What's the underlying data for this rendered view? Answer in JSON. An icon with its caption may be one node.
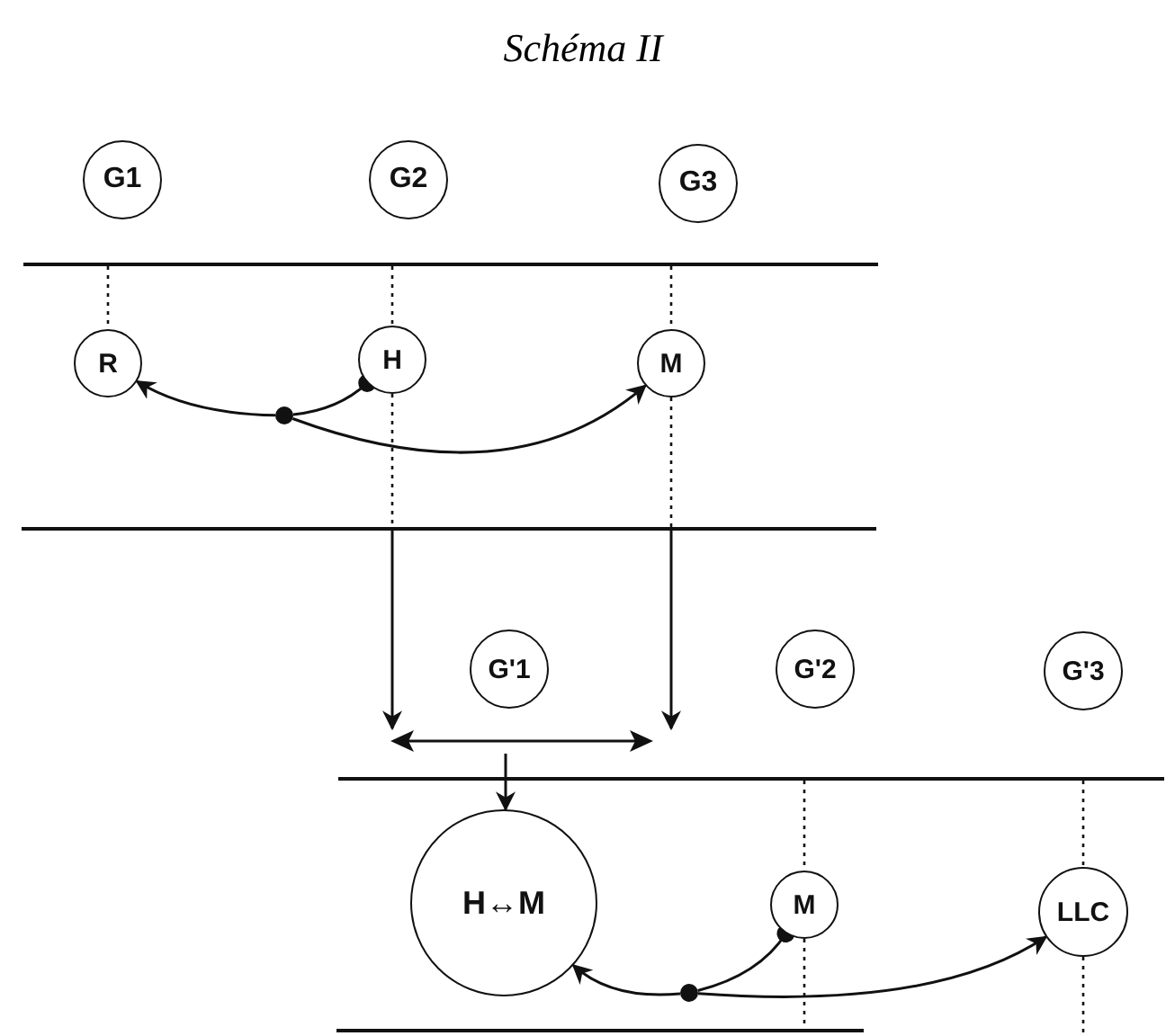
{
  "diagram": {
    "title": "Schéma II",
    "nodes": [
      {
        "text": [
          "G1"
        ]
      },
      {
        "text": [
          "G2"
        ]
      },
      {
        "text": [
          "G3"
        ]
      },
      {
        "text": [
          "R"
        ]
      },
      {
        "text": [
          "H"
        ]
      },
      {
        "text": [
          "M"
        ]
      },
      {
        "text": [],
        "shape": "dot"
      },
      {
        "text": [
          "G'1"
        ]
      },
      {
        "text": [
          "G'2"
        ]
      },
      {
        "text": [
          "G'3"
        ]
      },
      {
        "text": [],
        "shape": "bar"
      },
      {
        "text": [
          "H↔M"
        ]
      },
      {
        "text": [
          "M"
        ]
      },
      {
        "text": [],
        "shape": "dot"
      },
      {
        "text": [
          "LLC"
        ]
      },
      {
        "text": [],
        "shape": "line"
      },
      {
        "text": [],
        "shape": "line"
      },
      {
        "text": [],
        "shape": "line"
      },
      {
        "text": [],
        "shape": "line"
      }
    ],
    "edges": [
      {
        "from": 4,
        "to": 6,
        "arrow": "other"
      },
      {
        "from": 6,
        "to": 3,
        "arrow": "to"
      },
      {
        "from": 6,
        "to": 5,
        "arrow": "to"
      },
      {
        "from": 16,
        "to": 10,
        "arrow": "to"
      },
      {
        "from": 16,
        "to": 10,
        "arrow": "to"
      },
      {
        "from": 10,
        "to": 11,
        "arrow": "to"
      },
      {
        "from": 12,
        "to": 13,
        "arrow": "other"
      },
      {
        "from": 13,
        "to": 11,
        "arrow": "to"
      },
      {
        "from": 13,
        "to": 14,
        "arrow": "to"
      },
      {
        "from": 15,
        "to": 3,
        "arrow": "none",
        "style": "dashed"
      },
      {
        "from": 15,
        "to": 4,
        "arrow": "none",
        "style": "dashed"
      },
      {
        "from": 15,
        "to": 5,
        "arrow": "none",
        "style": "dashed"
      },
      {
        "from": 4,
        "to": 16,
        "arrow": "none",
        "style": "dashed"
      },
      {
        "from": 5,
        "to": 16,
        "arrow": "none",
        "style": "dashed"
      },
      {
        "from": 17,
        "to": 12,
        "arrow": "none",
        "style": "dashed"
      },
      {
        "from": 12,
        "to": 18,
        "arrow": "none",
        "style": "dashed"
      },
      {
        "from": 17,
        "to": 14,
        "arrow": "none",
        "style": "dashed"
      },
      {
        "from": 14,
        "to": null,
        "arrow": "none",
        "style": "dashed"
      }
    ]
  }
}
